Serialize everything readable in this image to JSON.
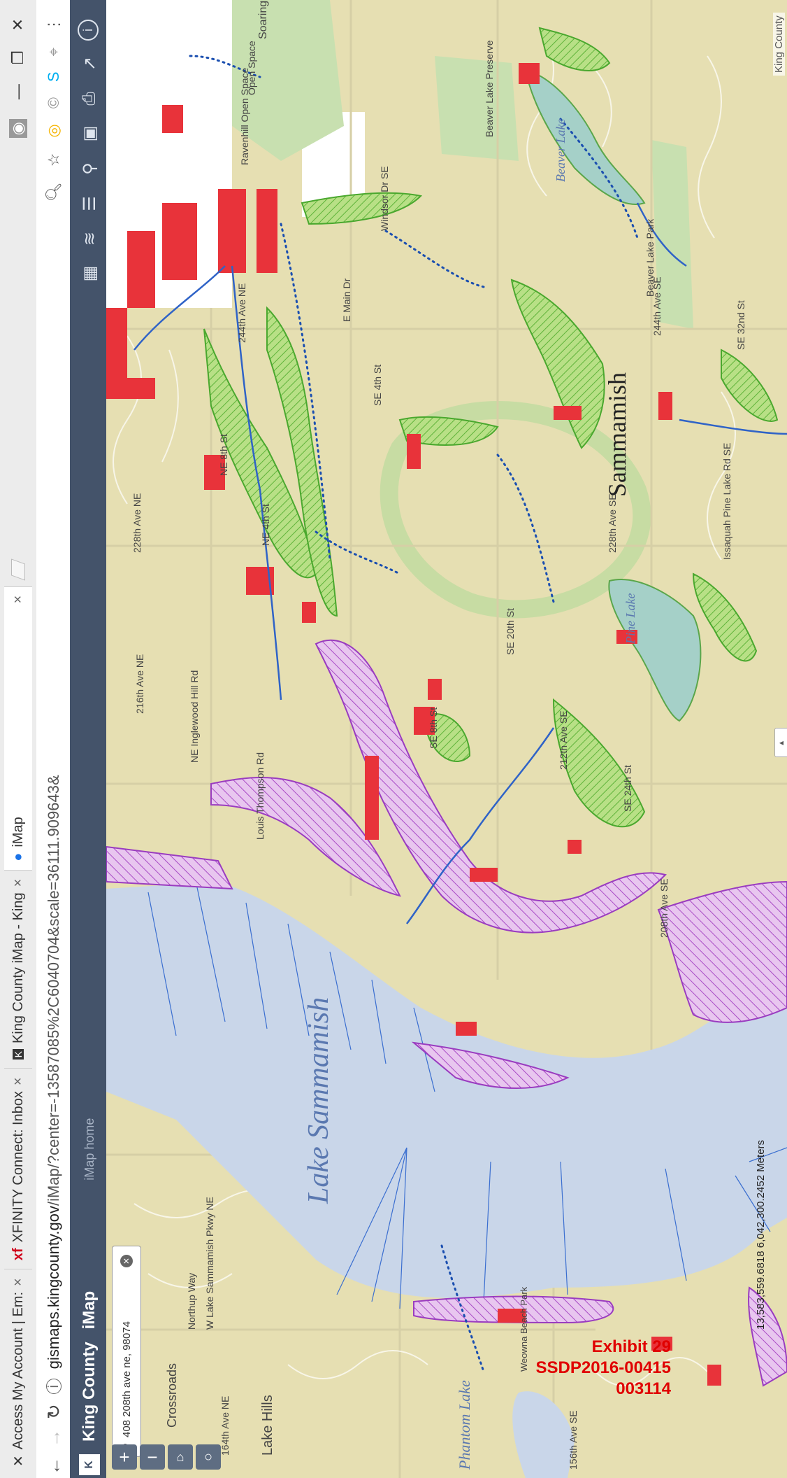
{
  "browser": {
    "tabs": [
      {
        "label": "Access My Account | Em:",
        "icon": "x-icon"
      },
      {
        "label": "XFINITY Connect: Inbox",
        "icon": "xfinity-icon"
      },
      {
        "label": "King County iMap - King",
        "icon": "kc-icon"
      },
      {
        "label": "iMap",
        "icon": "imap-icon",
        "active": true
      }
    ],
    "url_host": "gismaps.kingcounty.gov",
    "url_path": "/iMap/?center=-13587085%2C6040704&scale=36111.909643&"
  },
  "app": {
    "brand": "King County",
    "title": "iMap",
    "home_link": "iMap home"
  },
  "search": {
    "value": "408 208th ave ne, 98074"
  },
  "map": {
    "places": [
      "Sammamish",
      "Lake Sammamish",
      "Crossroads",
      "Lake Hills",
      "Phantom Lake",
      "Pine Lake",
      "Beaver Lake"
    ],
    "parks": [
      "Soaring Eagle Regional",
      "Beaver Lake Preserve",
      "Beaver Lake Park",
      "Ravenhill Open Space",
      "Open Space",
      "Weowna Beach Park"
    ],
    "roads": [
      "244th Ave NE",
      "228th Ave NE",
      "216th Ave NE",
      "208th Ave SE",
      "212th Ave SE",
      "228th Ave SE",
      "244th Ave SE",
      "SE 8th St",
      "SE 20th St",
      "SE 24th St",
      "Louis Thompson Rd",
      "NE Inglewood Hill Rd",
      "E Main Dr",
      "SE 32nd St",
      "Issaquah Pine Lake Rd SE",
      "W Lake Sammamish Pkwy NE",
      "164th Ave NE",
      "156th Ave SE",
      "Northup Way",
      "NE 8th St",
      "NE 4th St",
      "SE 4th St",
      "Windsor Dr SE"
    ],
    "credit": "King County",
    "scale": "13,583,559.6818 6,042,300.2452 Meters"
  },
  "exhibit": {
    "line1": "Exhibit 29",
    "line2": "SSDP2016-00415",
    "line3": "003114"
  },
  "colors": {
    "appbar": "#44536a",
    "lake": "#c9d6e9",
    "wetland": "#8ed14a",
    "shoreline": "#b66bd6",
    "parcel": "#e8333a",
    "stream": "#2f63c7",
    "land": "#e6dfb2"
  }
}
